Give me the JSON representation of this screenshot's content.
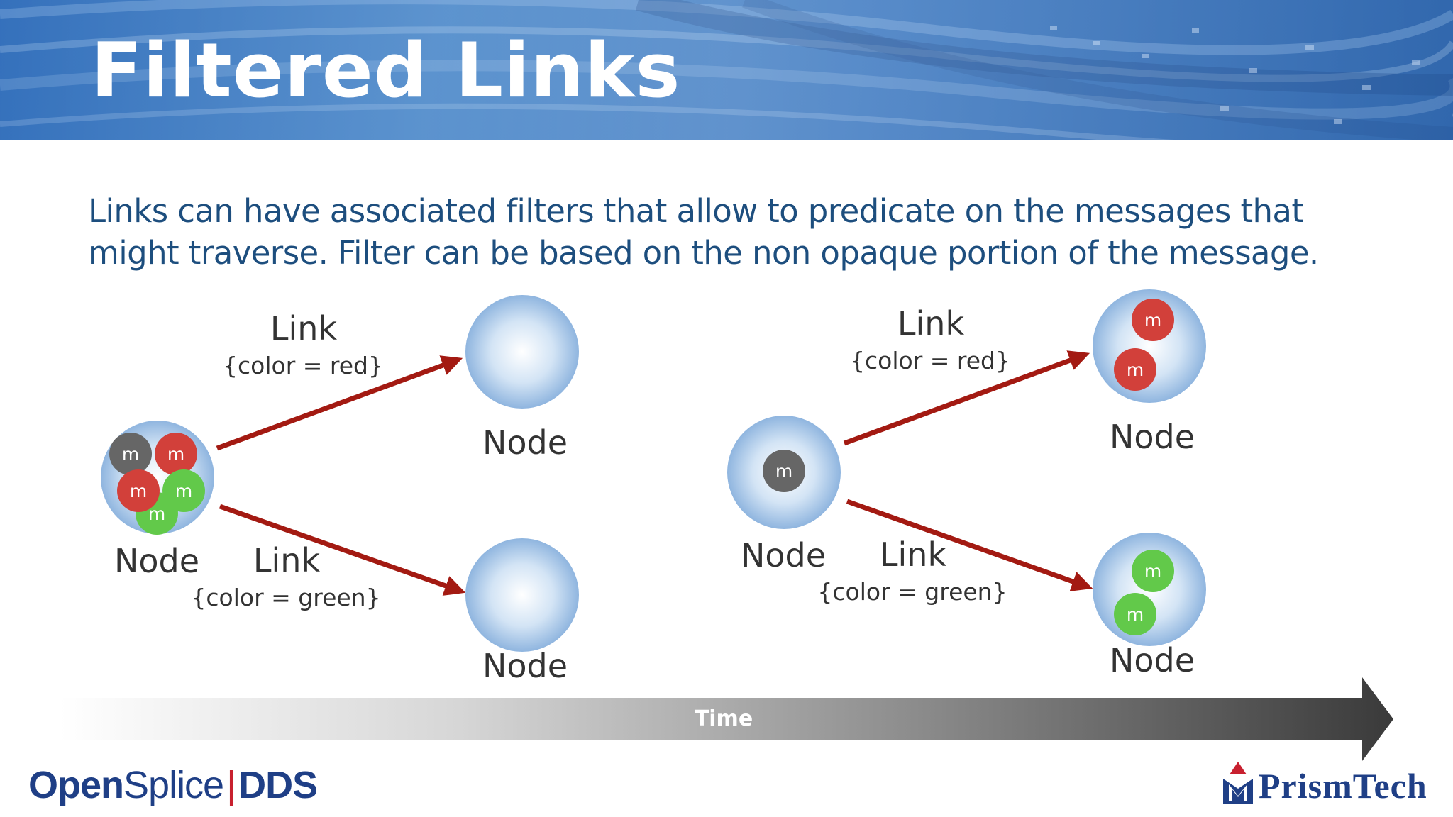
{
  "title": "Filtered Links",
  "intro": "Links can have associated filters that allow to predicate on the messages that might traverse. Filter can be based on the non opaque portion of the message.",
  "colors": {
    "title_text": "#ffffff",
    "intro_text": "#1d4e7e",
    "link_arrow": "#a31a12",
    "msg_red": "#d2403a",
    "msg_green": "#62c94a",
    "msg_gray": "#666666",
    "node_fill": "#a9c9ea"
  },
  "left_diagram": {
    "source_label": "Node",
    "source_messages": [
      {
        "label": "m",
        "color": "gray"
      },
      {
        "label": "m",
        "color": "red"
      },
      {
        "label": "m",
        "color": "red"
      },
      {
        "label": "m",
        "color": "green"
      },
      {
        "label": "m",
        "color": "green"
      }
    ],
    "top_link": {
      "label": "Link",
      "filter": "{color = red}"
    },
    "bottom_link": {
      "label": "Link",
      "filter": "{color = green}"
    },
    "top_target_label": "Node",
    "bottom_target_label": "Node"
  },
  "right_diagram": {
    "source_label": "Node",
    "source_messages": [
      {
        "label": "m",
        "color": "gray"
      }
    ],
    "top_link": {
      "label": "Link",
      "filter": "{color = red}"
    },
    "bottom_link": {
      "label": "Link",
      "filter": "{color = green}"
    },
    "top_target_label": "Node",
    "top_target_messages": [
      {
        "label": "m",
        "color": "red"
      },
      {
        "label": "m",
        "color": "red"
      }
    ],
    "bottom_target_label": "Node",
    "bottom_target_messages": [
      {
        "label": "m",
        "color": "green"
      },
      {
        "label": "m",
        "color": "green"
      }
    ]
  },
  "timeline": {
    "label": "Time"
  },
  "footer": {
    "left_logo": {
      "part1": "Open",
      "part2": "Splice",
      "separator": "|",
      "part3": "DDS"
    },
    "right_logo": {
      "text": "PrismTech"
    }
  }
}
